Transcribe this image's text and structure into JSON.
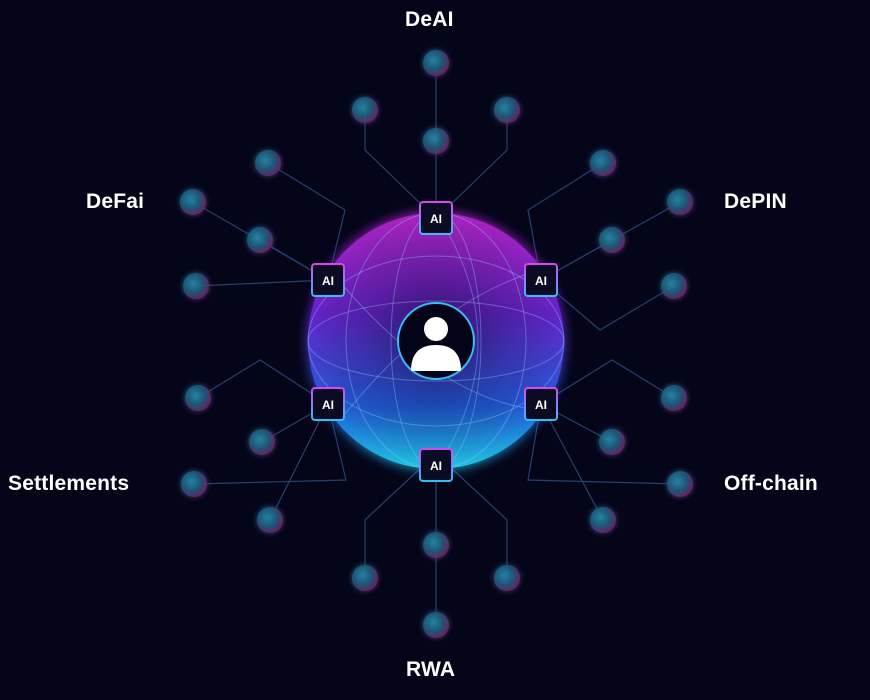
{
  "labels": {
    "deai": "DeAI",
    "depin": "DePIN",
    "defai": "DeFai",
    "settlements": "Settlements",
    "offchain": "Off-chain",
    "rwa": "RWA"
  },
  "chip_label": "AI",
  "center": {
    "icon": "user-avatar-icon"
  },
  "colors": {
    "background": "#05051a",
    "sphere_top": "#c026d3",
    "sphere_mid": "#6d28d9",
    "sphere_bottom": "#22d3ee",
    "node_blue": "#1f6e8c",
    "node_pink": "#7a2a6f",
    "connector": "#27406b",
    "label": "#ffffff"
  }
}
